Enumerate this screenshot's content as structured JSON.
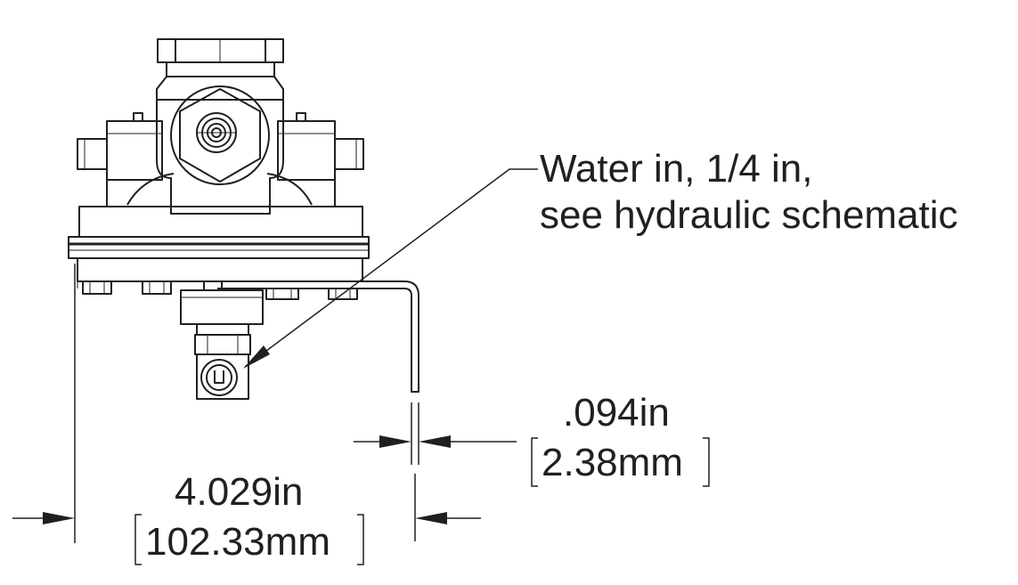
{
  "callout": {
    "line1": "Water in, 1/4 in,",
    "line2": "see hydraulic schematic"
  },
  "dimensions": {
    "thickness": {
      "inch": ".094in",
      "mm": "2.38mm"
    },
    "width": {
      "inch": "4.029in",
      "mm": "102.33mm"
    }
  },
  "colors": {
    "ink": "#231f20",
    "background": "#ffffff"
  }
}
